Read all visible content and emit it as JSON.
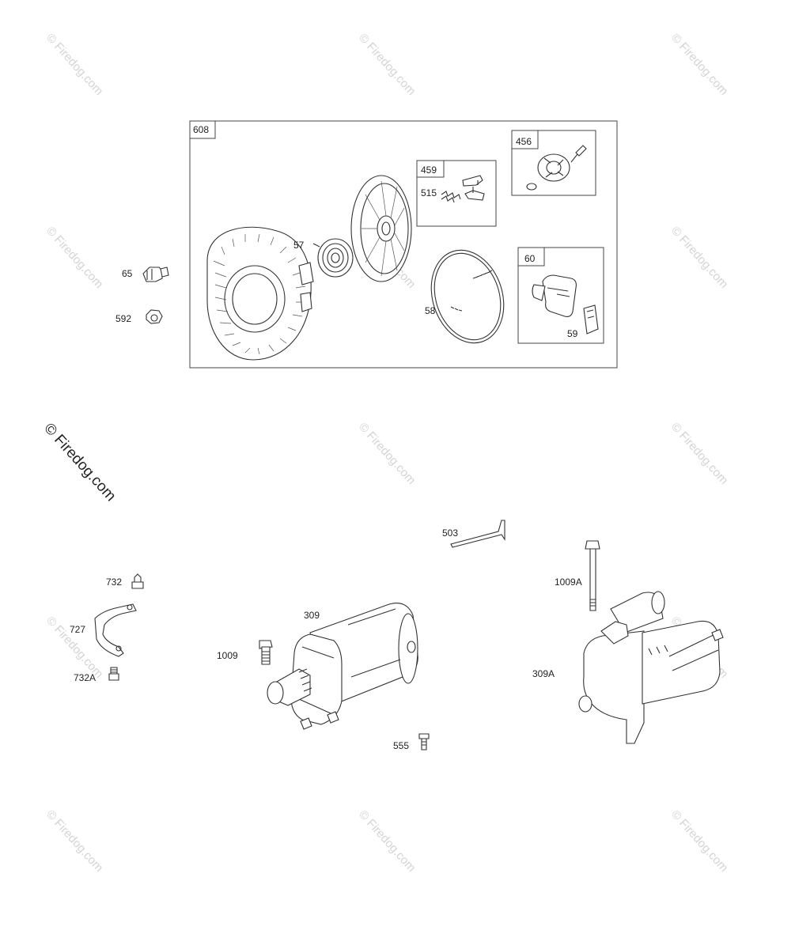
{
  "watermark": {
    "text": "© Firedog.com"
  },
  "rewind_starter": {
    "assembly_label": "608",
    "parts": {
      "bolt": "65",
      "nut": "592",
      "spring": "57",
      "rope": "58",
      "handle_insert": "59",
      "handle_kit": "60",
      "pawl_kit": "459",
      "pawl_spring": "515",
      "pulley_kit": "456"
    }
  },
  "electric_starter": {
    "parts": {
      "bracket_screw": "732",
      "bracket": "727",
      "bracket_screw_a": "732A",
      "starter_motor": "309",
      "starter_bolt": "1009",
      "nut_screw": "555",
      "shield": "503",
      "starter_bolt_a": "1009A",
      "starter_motor_a": "309A"
    }
  }
}
